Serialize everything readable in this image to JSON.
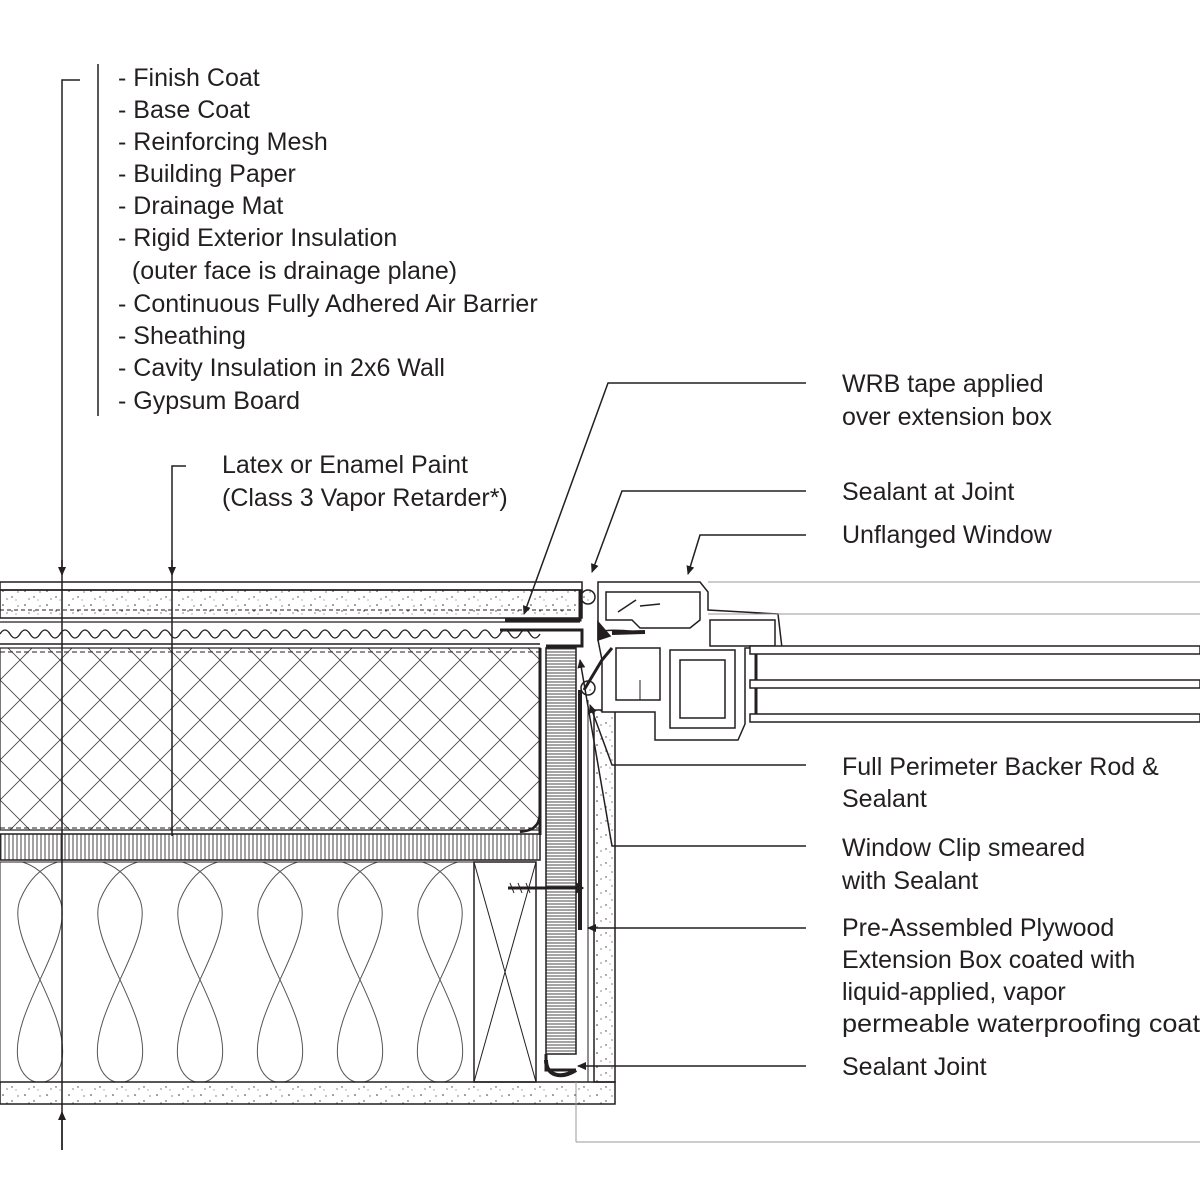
{
  "wall_layers": [
    "- Finish Coat",
    "- Base Coat",
    "- Reinforcing Mesh",
    "- Building Paper",
    "- Drainage Mat",
    "- Rigid Exterior Insulation",
    "  (outer face is drainage plane)",
    "- Continuous Fully Adhered Air Barrier",
    "- Sheathing",
    "- Cavity Insulation in 2x6 Wall",
    "- Gypsum Board"
  ],
  "paint_note": [
    "Latex or Enamel Paint",
    "(Class 3 Vapor Retarder*)"
  ],
  "callouts": {
    "wrb_tape": [
      "WRB tape applied",
      "over extension box"
    ],
    "sealant_at_joint": [
      "Sealant at Joint"
    ],
    "unflanged_window": [
      "Unflanged Window"
    ],
    "backer_rod": [
      "Full Perimeter Backer Rod &",
      "Sealant"
    ],
    "window_clip": [
      "Window Clip smeared",
      "with Sealant"
    ],
    "extension_box": [
      "Pre-Assembled Plywood",
      "Extension Box coated with",
      "liquid-applied, vapor",
      "permeable waterproofing coat"
    ],
    "sealant_joint": [
      "Sealant Joint"
    ]
  },
  "colors": {
    "line": "#231f20",
    "leader": "#555555"
  }
}
